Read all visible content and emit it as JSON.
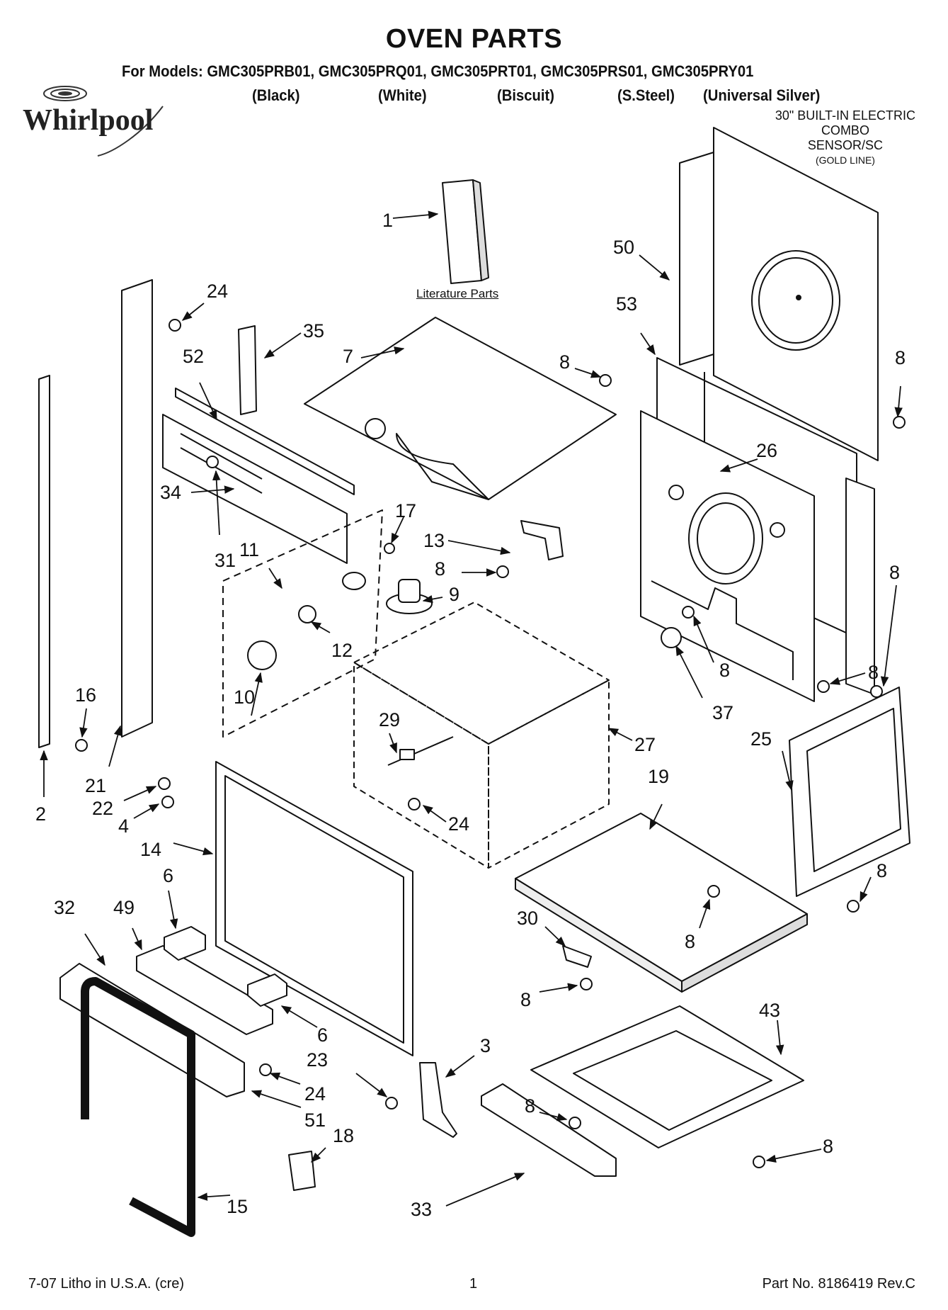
{
  "header": {
    "title": "OVEN PARTS",
    "models": "For Models: GMC305PRB01, GMC305PRQ01, GMC305PRT01, GMC305PRS01, GMC305PRY01",
    "colors": [
      "(Black)",
      "(White)",
      "(Biscuit)",
      "(S.Steel)",
      "(Universal Silver)"
    ],
    "brand": "Whirlpool",
    "product_lines": [
      "30\" BUILT-IN ELECTRIC",
      "COMBO",
      "SENSOR/SC"
    ],
    "product_series": "(GOLD LINE)"
  },
  "literature_label": "Literature Parts",
  "callouts": [
    {
      "id": "c1",
      "text": "1"
    },
    {
      "id": "c50",
      "text": "50"
    },
    {
      "id": "c24a",
      "text": "24"
    },
    {
      "id": "c35",
      "text": "35"
    },
    {
      "id": "c7",
      "text": "7"
    },
    {
      "id": "c8a",
      "text": "8"
    },
    {
      "id": "c53",
      "text": "53"
    },
    {
      "id": "c8b",
      "text": "8"
    },
    {
      "id": "c52",
      "text": "52"
    },
    {
      "id": "c26",
      "text": "26"
    },
    {
      "id": "c34",
      "text": "34"
    },
    {
      "id": "c17",
      "text": "17"
    },
    {
      "id": "c13",
      "text": "13"
    },
    {
      "id": "c31",
      "text": "31"
    },
    {
      "id": "c11",
      "text": "11"
    },
    {
      "id": "c8c",
      "text": "8"
    },
    {
      "id": "c9",
      "text": "9"
    },
    {
      "id": "c8d",
      "text": "8"
    },
    {
      "id": "c12",
      "text": "12"
    },
    {
      "id": "c16",
      "text": "16"
    },
    {
      "id": "c10",
      "text": "10"
    },
    {
      "id": "c8e",
      "text": "8"
    },
    {
      "id": "c8f",
      "text": "8"
    },
    {
      "id": "c37",
      "text": "37"
    },
    {
      "id": "c29",
      "text": "29"
    },
    {
      "id": "c27",
      "text": "27"
    },
    {
      "id": "c25",
      "text": "25"
    },
    {
      "id": "c21",
      "text": "21"
    },
    {
      "id": "c22",
      "text": "22"
    },
    {
      "id": "c2",
      "text": "2"
    },
    {
      "id": "c4",
      "text": "4"
    },
    {
      "id": "c24b",
      "text": "24"
    },
    {
      "id": "c19",
      "text": "19"
    },
    {
      "id": "c14",
      "text": "14"
    },
    {
      "id": "c8g",
      "text": "8"
    },
    {
      "id": "c6a",
      "text": "6"
    },
    {
      "id": "c32",
      "text": "32"
    },
    {
      "id": "c49",
      "text": "49"
    },
    {
      "id": "c30",
      "text": "30"
    },
    {
      "id": "c8h",
      "text": "8"
    },
    {
      "id": "c8i",
      "text": "8"
    },
    {
      "id": "c43",
      "text": "43"
    },
    {
      "id": "c6b",
      "text": "6"
    },
    {
      "id": "c3",
      "text": "3"
    },
    {
      "id": "c23",
      "text": "23"
    },
    {
      "id": "c24c",
      "text": "24"
    },
    {
      "id": "c51",
      "text": "51"
    },
    {
      "id": "c8j",
      "text": "8"
    },
    {
      "id": "c18",
      "text": "18"
    },
    {
      "id": "c8k",
      "text": "8"
    },
    {
      "id": "c15",
      "text": "15"
    },
    {
      "id": "c33",
      "text": "33"
    }
  ],
  "footer": {
    "left": "7-07 Litho in U.S.A. (cre)",
    "center": "1",
    "right": "Part No. 8186419 Rev.C"
  }
}
